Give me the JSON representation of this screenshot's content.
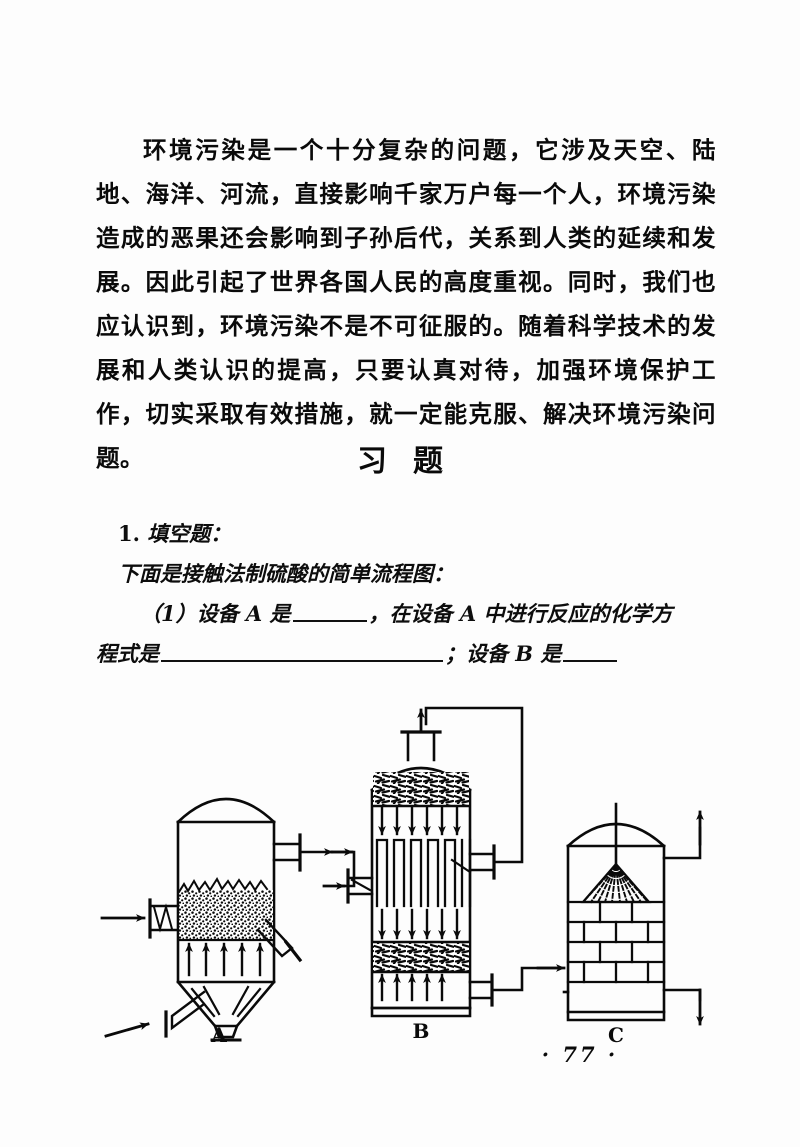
{
  "document": {
    "page_number_display": "· 77 ·"
  },
  "body": {
    "paragraph": "环境污染是一个十分复杂的问题，它涉及天空、陆地、海洋、河流，直接影响千家万户每一个人，环境污染造成的恶果还会影响到子孙后代，关系到人类的延续和发展。因此引起了世界各国人民的高度重视。同时，我们也应认识到，环境污染不是不可征服的。随着科学技术的发展和人类认识的提高，只要认真对待，加强环境保护工作，切实采取有效措施，就一定能克服、解决环境污染问题。"
  },
  "section": {
    "heading": "习题"
  },
  "exercises": {
    "item_number": "1.",
    "item_title": "填空题：",
    "intro": "下面是接触法制硫酸的简单流程图：",
    "q1_num": "（1）",
    "q1_part1": "设备 A 是",
    "q1_part2": "，在设备 A 中进行反应的化学方",
    "q1_part3": "程式是",
    "q1_part4": "；设备 B 是"
  },
  "figure": {
    "caption_a": "A",
    "caption_b": "B",
    "caption_c": "C",
    "equipment": [
      {
        "label": "A",
        "name": "boiling-furnace",
        "features": [
          "domed top",
          "granular bed",
          "conical bottom",
          "side gas outlet",
          "screw feeder inlet",
          "lower angled inlet"
        ]
      },
      {
        "label": "B",
        "name": "contact-converter-tower",
        "features": [
          "domed top",
          "upper catalyst bed",
          "heat exchange tubes",
          "lower catalyst bed",
          "side gas inlet",
          "side gas outlet",
          "top recycle loop"
        ]
      },
      {
        "label": "C",
        "name": "absorption-tower",
        "features": [
          "domed top",
          "spray nozzle",
          "brick packing",
          "side gas inlet",
          "top outlet",
          "bottom outlet"
        ]
      }
    ]
  },
  "colors": {
    "ink": "#0a0a0a",
    "paper": "#fdfdfd"
  }
}
